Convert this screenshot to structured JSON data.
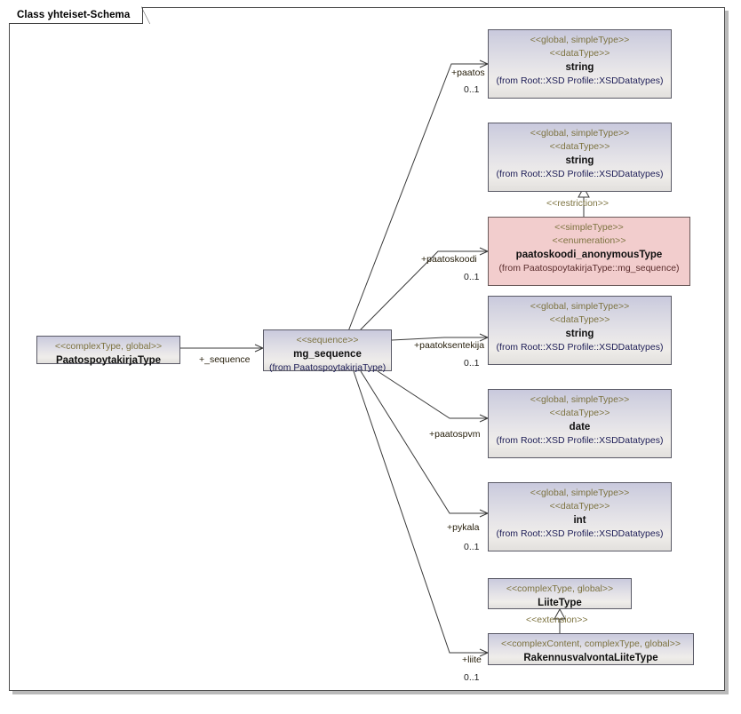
{
  "diagram": {
    "title": "Class yhteiset-Schema",
    "kind": "uml-class-diagram",
    "colors": {
      "node_fill_top": "#c9c9dd",
      "node_fill_bottom": "#e2e0dd",
      "node_pink_fill": "#f2cdcd",
      "stereotype_text": "#7d7340",
      "from_text": "#1b1b55",
      "border": "#5a5a66",
      "canvas": "#ffffff"
    }
  },
  "nodes": {
    "paatospoytakirja": {
      "stereotype1": "<<complexType, global>>",
      "name": "PaatospoytakirjaType"
    },
    "mg_sequence": {
      "stereotype1": "<<sequence>>",
      "name": "mg_sequence",
      "from": "(from PaatospoytakirjaType)"
    },
    "string_paatos": {
      "stereotype1": "<<global, simpleType>>",
      "stereotype2": "<<dataType>>",
      "name": "string",
      "from": "(from Root::XSD Profile::XSDDatatypes)"
    },
    "string_restricted": {
      "stereotype1": "<<global, simpleType>>",
      "stereotype2": "<<dataType>>",
      "name": "string",
      "from": "(from Root::XSD Profile::XSDDatatypes)"
    },
    "paatoskoodi_anon": {
      "stereotype1": "<<simpleType>>",
      "stereotype2": "<<enumeration>>",
      "name": "paatoskoodi_anonymousType",
      "from": "(from PaatospoytakirjaType::mg_sequence)"
    },
    "string_paatoksentekija": {
      "stereotype1": "<<global, simpleType>>",
      "stereotype2": "<<dataType>>",
      "name": "string",
      "from": "(from Root::XSD Profile::XSDDatatypes)"
    },
    "date_paatospvm": {
      "stereotype1": "<<global, simpleType>>",
      "stereotype2": "<<dataType>>",
      "name": "date",
      "from": "(from Root::XSD Profile::XSDDatatypes)"
    },
    "int_pykala": {
      "stereotype1": "<<global, simpleType>>",
      "stereotype2": "<<dataType>>",
      "name": "int",
      "from": "(from Root::XSD Profile::XSDDatatypes)"
    },
    "liite_type": {
      "stereotype1": "<<complexType, global>>",
      "name": "LiiteType"
    },
    "rakennusvalvonta_liite": {
      "stereotype1": "<<complexContent, complexType, global>>",
      "name": "RakennusvalvontaLiiteType"
    }
  },
  "edges": {
    "sequence": {
      "role": "+_sequence",
      "multiplicity": ""
    },
    "paatos": {
      "role": "+paatos",
      "multiplicity": "0..1"
    },
    "paatoskoodi": {
      "role": "+paatoskoodi",
      "multiplicity": "0..1"
    },
    "paatoksentekija": {
      "role": "+paatoksentekija",
      "multiplicity": "0..1"
    },
    "paatospvm": {
      "role": "+paatospvm",
      "multiplicity": ""
    },
    "pykala": {
      "role": "+pykala",
      "multiplicity": "0..1"
    },
    "liite": {
      "role": "+liite",
      "multiplicity": "0..1"
    },
    "restriction": {
      "role": "<<restriction>>",
      "multiplicity": ""
    },
    "extension": {
      "role": "<<extension>>",
      "multiplicity": ""
    }
  }
}
